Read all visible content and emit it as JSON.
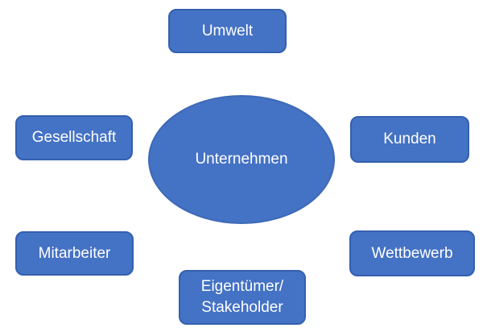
{
  "diagram": {
    "type": "stakeholder-environment-diagram",
    "center": {
      "label": "Unternehmen"
    },
    "nodes": [
      {
        "id": "umwelt",
        "label": "Umwelt"
      },
      {
        "id": "gesellschaft",
        "label": "Gesellschaft"
      },
      {
        "id": "kunden",
        "label": "Kunden"
      },
      {
        "id": "mitarbeiter",
        "label": "Mitarbeiter"
      },
      {
        "id": "wettbewerb",
        "label": "Wettbewerb"
      },
      {
        "id": "eigentuemer-stakeholder",
        "label": "Eigentümer/\nStakeholder"
      }
    ],
    "colors": {
      "shape_fill": "#4472C4",
      "shape_border": "#3460AE",
      "text": "#FFFFFF",
      "background": "#FFFFFF"
    }
  }
}
